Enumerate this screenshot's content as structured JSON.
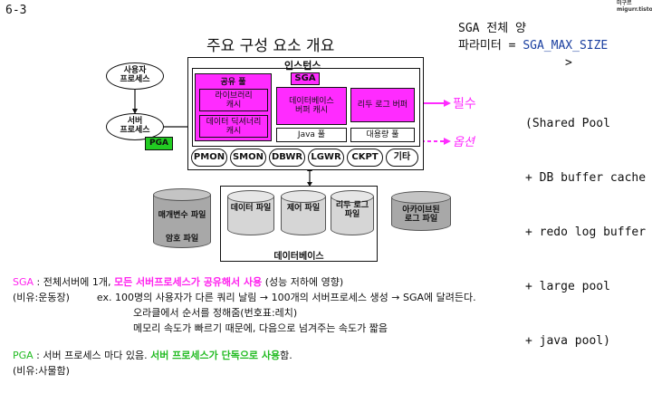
{
  "slide": {
    "number": "6-3",
    "title": "주요 구성 요소 개요",
    "logo_text": "미구르\nmigurr.tistory.com"
  },
  "diagram": {
    "user_process": "사용자\n프로세스",
    "server_process": "서버\n프로세스",
    "pga": "PGA",
    "instance": "인스턴스",
    "sga": "SGA",
    "shared_pool": "공유 풀",
    "library_cache": "라이브러리\n캐시",
    "dict_cache": "데이터 딕셔너리\n캐시",
    "db_buffer_cache": "데이터베이스\n버퍼 캐시",
    "redo_log_buffer": "리두 로그 버퍼",
    "java_pool": "Java 풀",
    "large_pool": "대용량 풀",
    "required": "필수",
    "optional": "옵션",
    "bg_processes": [
      "PMON",
      "SMON",
      "DBWR",
      "LGWR",
      "CKPT",
      "기타"
    ],
    "database": "데이터베이스",
    "data_file": "데이터 파일",
    "control_file": "제어 파일",
    "redo_log_file": "리두 로그\n파일",
    "param_file": "매개변수 파일",
    "password_file": "암호 파일",
    "archive_log_file": "아카이브된\n로그 파일"
  },
  "sga_note": {
    "line1": "SGA 전체 양",
    "line2_prefix": "파라미터 = ",
    "line2_param": "SGA_MAX_SIZE",
    "arrow": ">",
    "items": [
      "(Shared Pool",
      "+ DB buffer cache",
      "+ redo log buffer",
      "+ large pool",
      "+ java pool)"
    ]
  },
  "notes": {
    "sga_label": "SGA",
    "sga_text1": " : 전체서버에 1개, ",
    "sga_highlight": "모든 서버프로세스가 공유해서 사용",
    "sga_text2": " (성능 저하에 영향)",
    "analogy1": "(비유:운동장)",
    "example": "ex. 100명의 사용자가 다른 쿼리 날림 → 100개의 서버프로세스 생성 → SGA에 달려든다.",
    "example2": "오라클에서 순서를 정해줌(번호표:레치)",
    "example3": "메모리 속도가 빠르기 때문에, 다음으로 넘겨주는 속도가 짧음",
    "pga_label": "PGA",
    "pga_text1": " : 서버 프로세스 마다 있음. ",
    "pga_highlight": "서버 프로세스가 단독으로 사용",
    "pga_text2": "함.",
    "analogy2": "(비유:사물함)"
  },
  "colors": {
    "magenta": "#ff2bff",
    "green_pga": "#22cc22",
    "text_magenta": "#ff22ee",
    "text_green": "#22bb22",
    "param_blue": "#1a3fa0"
  }
}
